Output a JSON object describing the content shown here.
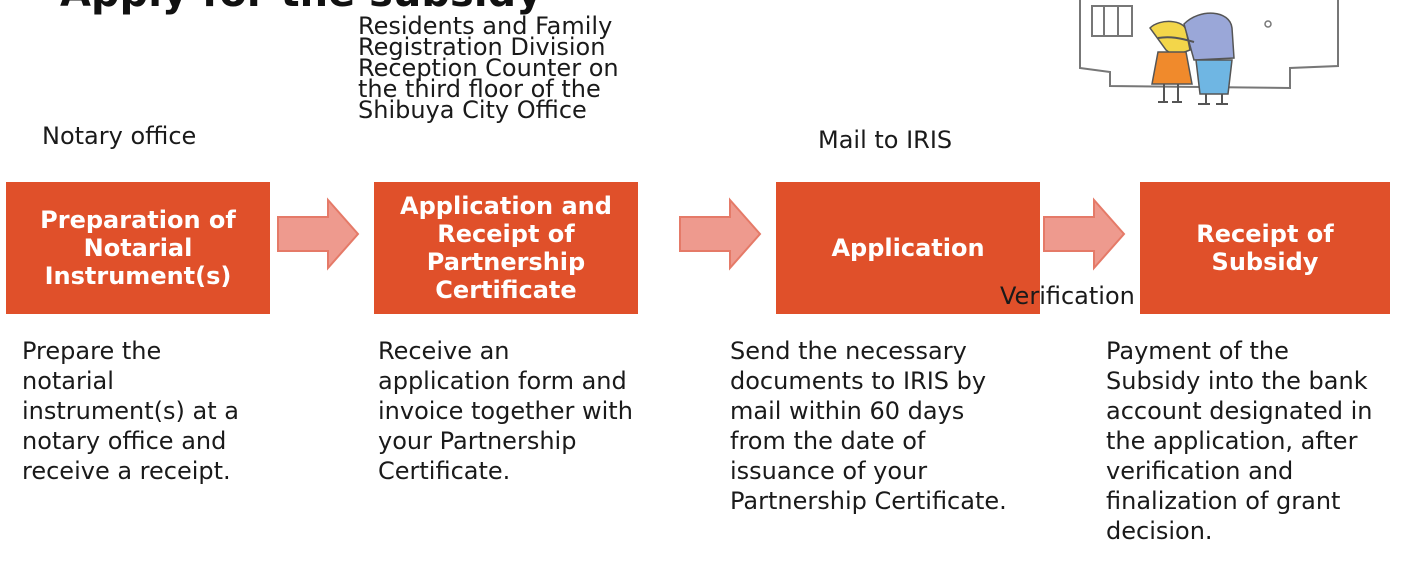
{
  "colors": {
    "box_fill": "#e0502a",
    "arrow_fill": "#ee9a8e",
    "arrow_stroke": "#e57a68"
  },
  "title_cut": "Apply for the subsidy",
  "steps": [
    {
      "location": "Notary office",
      "box_label": "Preparation of Notarial Instrument(s)",
      "description": "Prepare the\nnotarial\ninstrument(s) at a\nnotary office and\nreceive a receipt."
    },
    {
      "location": "Residents and Family Registration Division Reception Counter on the third floor of the Shibuya City Office",
      "location_lines": [
        "Residents and Family",
        "Registration Division",
        "Reception Counter on",
        "the third floor of the",
        "Shibuya City Office"
      ],
      "box_label": "Application and Receipt of Partnership Certificate",
      "description": "Receive an\napplication form and\ninvoice together with\nyour Partnership\nCertificate."
    },
    {
      "location": "Mail to IRIS",
      "box_label": "Application",
      "description": "Send the necessary\ndocuments to IRIS by\nmail within 60 days\nfrom the date of\nissuance of your\nPartnership Certificate."
    },
    {
      "box_label": "Receipt of Subsidy",
      "description": "Payment of the\nSubsidy into the bank\naccount designated in\nthe application, after\nverification and\nfinalization of grant\ndecision."
    }
  ],
  "verification_label": "Verification",
  "illustration_icon": "couple-at-door-illustration"
}
